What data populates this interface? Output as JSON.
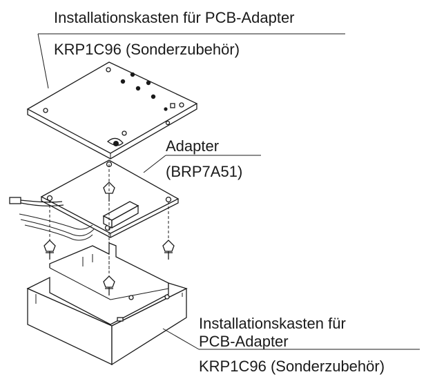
{
  "labels": {
    "top_cover": {
      "line1": "Installationskasten für PCB-Adapter",
      "line2": "KRP1C96 (Sonderzubehör)"
    },
    "adapter": {
      "line1": "Adapter",
      "line2": "(BRP7A51)"
    },
    "bottom_box": {
      "line1": "Installationskasten für",
      "line2": "PCB-Adapter",
      "line3": "KRP1C96 (Sonderzubehör)"
    }
  },
  "colors": {
    "line": "#1a1a1a",
    "background": "#ffffff"
  }
}
